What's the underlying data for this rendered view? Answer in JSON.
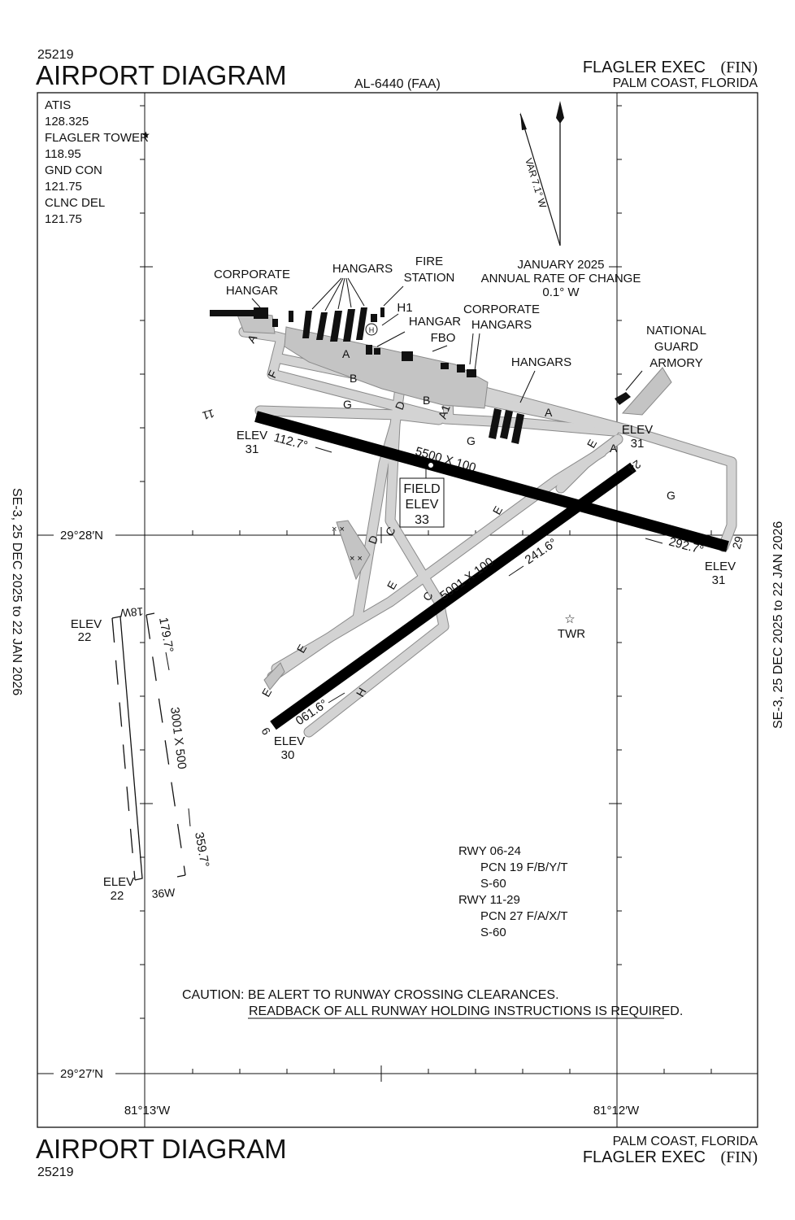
{
  "header": {
    "chart_number": "25219",
    "title": "AIRPORT DIAGRAM",
    "procedure_id": "AL-6440 (FAA)",
    "airport_name": "FLAGLER EXEC",
    "airport_id": "(FIN)",
    "city_state": "PALM COAST, FLORIDA"
  },
  "footer": {
    "title": "AIRPORT DIAGRAM",
    "chart_number": "25219",
    "city_state": "PALM COAST, FLORIDA",
    "airport_name": "FLAGLER EXEC",
    "airport_id": "(FIN)"
  },
  "margin_text": {
    "left": "SE-3,  25 DEC 2025  to  22 JAN 2026",
    "right": "SE-3,  25 DEC 2025  to  22 JAN 2026"
  },
  "frequencies": [
    "ATIS",
    "128.325",
    "FLAGLER TOWER",
    "118.95",
    "GND CON",
    "121.75",
    "CLNC DEL",
    "121.75"
  ],
  "variation": {
    "var_label": "VAR 7.1° W",
    "date": "JANUARY 2025",
    "rate_label": "ANNUAL RATE OF CHANGE",
    "rate": "0.1° W"
  },
  "coordinates": {
    "lat_top": "29°28′N",
    "lat_bottom": "29°27′N",
    "lon_left": "81°13′W",
    "lon_right": "81°12′W"
  },
  "buildings": {
    "corporate_hangar": [
      "CORPORATE",
      "HANGAR"
    ],
    "hangars_top": "HANGARS",
    "fire_station": [
      "FIRE",
      "STATION"
    ],
    "h1": "H1",
    "hangar_fbo": [
      "HANGAR",
      "FBO"
    ],
    "corporate_hangars": [
      "CORPORATE",
      "HANGARS"
    ],
    "hangars_right": "HANGARS",
    "national_guard": [
      "NATIONAL",
      "GUARD",
      "ARMORY"
    ],
    "helipad": "H",
    "tower": "TWR"
  },
  "runways": {
    "rwy_11_29": {
      "dims": "5500 X 100",
      "hdg_11": "112.7°",
      "hdg_29": "292.7°",
      "end_11": "11",
      "end_29": "29",
      "elev_11": [
        "ELEV",
        "31"
      ],
      "elev_29": [
        "ELEV",
        "31"
      ]
    },
    "rwy_06_24": {
      "dims": "5001 X 100",
      "hdg_06": "061.6°",
      "hdg_24": "241.6°",
      "end_06": "6",
      "end_24": "24",
      "elev_06": [
        "ELEV",
        "30"
      ],
      "elev_24": [
        "ELEV",
        "31"
      ]
    },
    "water": {
      "dims": "3001 X 500",
      "hdg_18": "179.7°",
      "hdg_36": "359.7°",
      "end_18": "18W",
      "end_36": "36W",
      "elev_18": [
        "ELEV",
        "22"
      ],
      "elev_36": [
        "ELEV",
        "22"
      ]
    }
  },
  "field_elev": [
    "FIELD",
    "ELEV",
    "33"
  ],
  "taxiways": [
    "A",
    "A",
    "A",
    "A",
    "B",
    "B",
    "C",
    "C",
    "D",
    "D",
    "E",
    "E",
    "E",
    "E",
    "E",
    "F",
    "G",
    "G",
    "G",
    "H",
    "A1"
  ],
  "runway_data": [
    "RWY 06-24",
    "PCN 19 F/B/Y/T",
    "S-60",
    "RWY 11-29",
    "PCN 27 F/A/X/T",
    "S-60"
  ],
  "caution": {
    "line1": "CAUTION: BE ALERT TO RUNWAY CROSSING CLEARANCES.",
    "line2": "READBACK OF ALL RUNWAY HOLDING INSTRUCTIONS IS REQUIRED."
  }
}
